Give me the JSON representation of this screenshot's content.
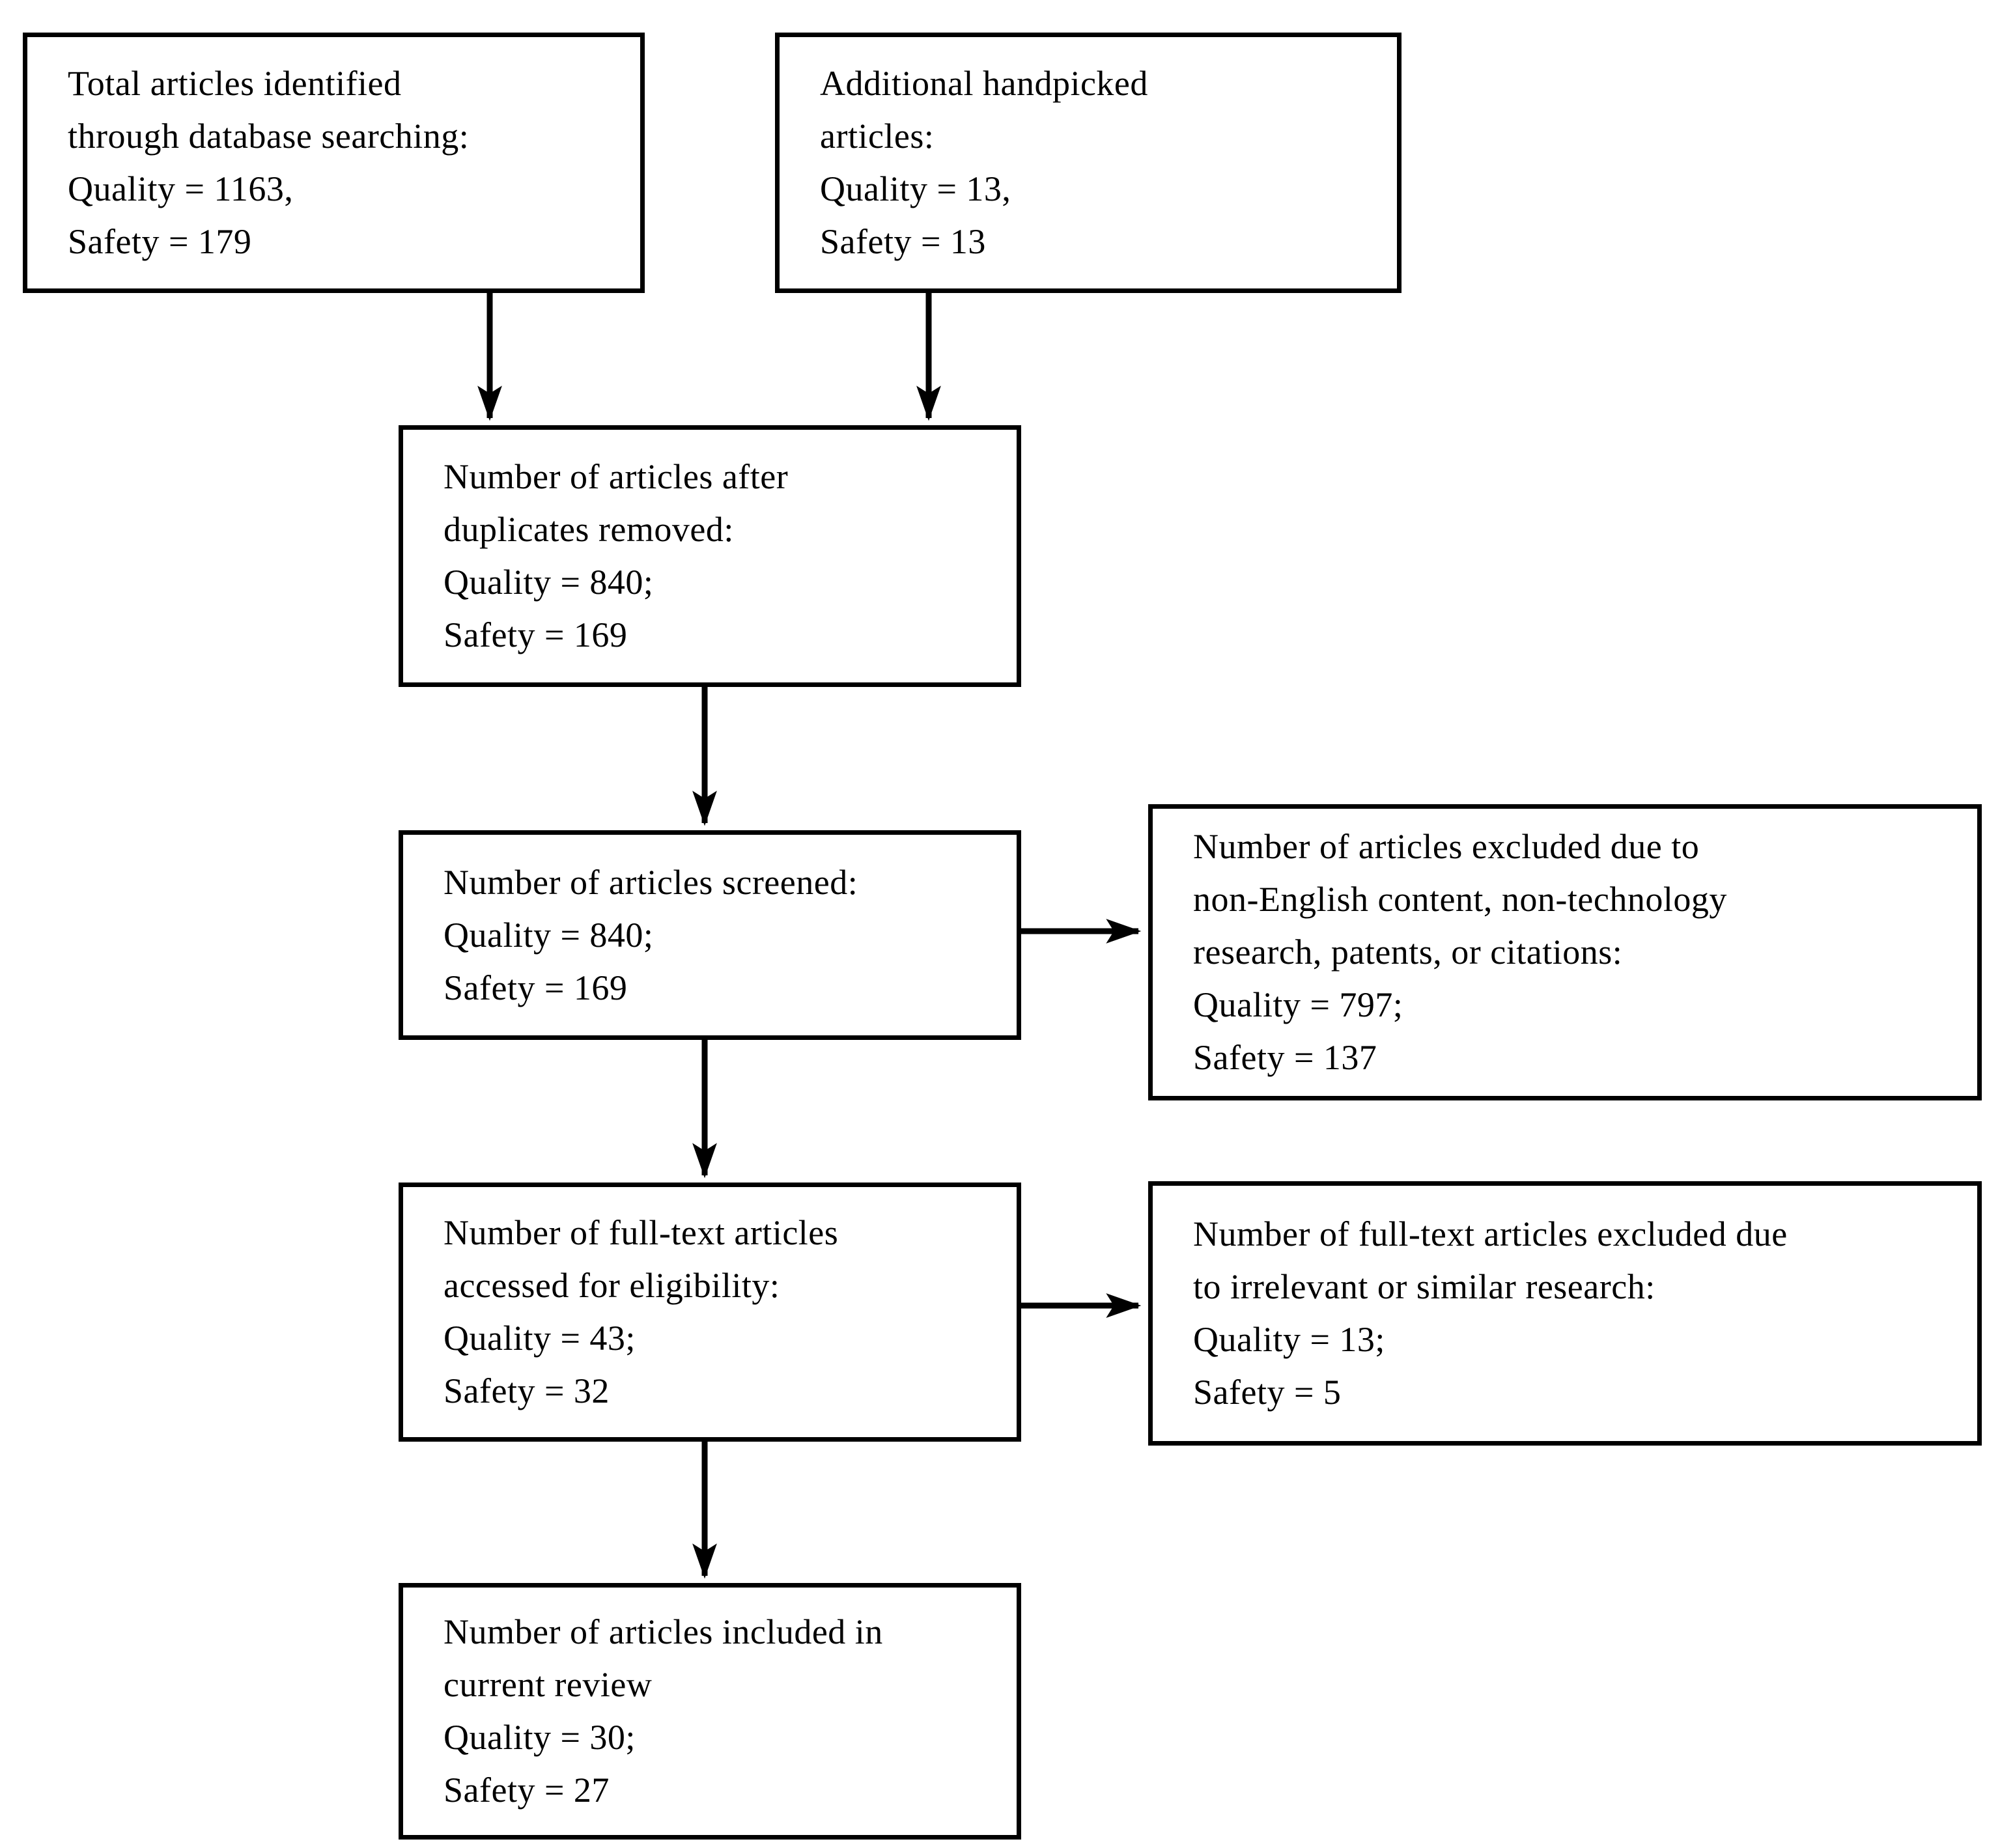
{
  "diagram": {
    "kind": "flowchart",
    "colors": {
      "line": "#000000",
      "box_border": "#000000",
      "background": "#ffffff",
      "text": "#000000"
    },
    "boxes": [
      {
        "id": "identified",
        "lines": [
          "Total articles identified",
          "through database searching:",
          "Quality = 1163,",
          "Safety = 179"
        ]
      },
      {
        "id": "handpicked",
        "lines": [
          "Additional handpicked",
          "articles:",
          "Quality = 13,",
          "Safety = 13"
        ]
      },
      {
        "id": "deduplicated",
        "lines": [
          "Number of articles after",
          "duplicates removed:",
          "Quality = 840;",
          "Safety = 169"
        ]
      },
      {
        "id": "screened",
        "lines": [
          "Number of articles screened:",
          "Quality = 840;",
          "Safety = 169"
        ]
      },
      {
        "id": "excluded-screening",
        "lines": [
          "Number of articles excluded due to",
          "non-English content, non-technology",
          "research, patents, or citations:",
          "Quality = 797;",
          "Safety = 137"
        ]
      },
      {
        "id": "fulltext-assessed",
        "lines": [
          "Number of full-text articles",
          "accessed for eligibility:",
          "Quality = 43;",
          "Safety = 32"
        ]
      },
      {
        "id": "excluded-fulltext",
        "lines": [
          "Number of full-text articles excluded due",
          "to irrelevant or similar research:",
          "Quality = 13;",
          "Safety = 5"
        ]
      },
      {
        "id": "included",
        "lines": [
          "Number of articles included in",
          "current review",
          "Quality = 30;",
          "Safety = 27"
        ]
      }
    ],
    "edges": [
      {
        "from": "identified",
        "to": "deduplicated"
      },
      {
        "from": "handpicked",
        "to": "deduplicated"
      },
      {
        "from": "deduplicated",
        "to": "screened"
      },
      {
        "from": "screened",
        "to": "excluded-screening"
      },
      {
        "from": "screened",
        "to": "fulltext-assessed"
      },
      {
        "from": "fulltext-assessed",
        "to": "excluded-fulltext"
      },
      {
        "from": "fulltext-assessed",
        "to": "included"
      }
    ]
  }
}
